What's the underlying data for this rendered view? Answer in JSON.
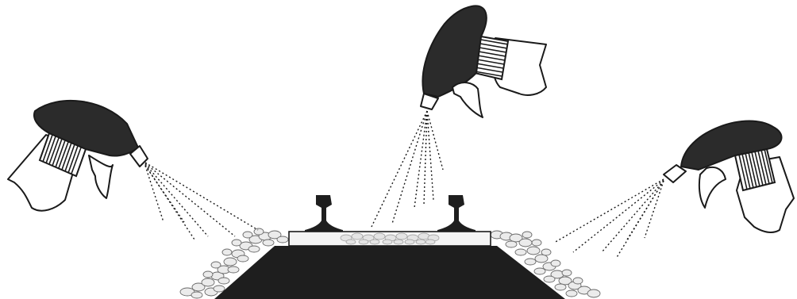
{
  "illustration": {
    "subject": "railway-track-spraying",
    "sprayers": [
      {
        "id": "left",
        "role": "spray-gun-left"
      },
      {
        "id": "center",
        "role": "spray-gun-center"
      },
      {
        "id": "right",
        "role": "spray-gun-right"
      }
    ],
    "rails": [
      {
        "id": "left-rail"
      },
      {
        "id": "right-rail"
      }
    ],
    "colors": {
      "background": "#ffffff",
      "ink": "#1a1a1a",
      "gun_body": "#2b2b2b",
      "ballast_fill": "#e9e9e9",
      "sleeper_fill": "#f4f4f4"
    },
    "icons": [
      "spray-gun-icon",
      "hand-icon",
      "rail-icon",
      "ballast-icon",
      "track-bed-icon"
    ]
  }
}
